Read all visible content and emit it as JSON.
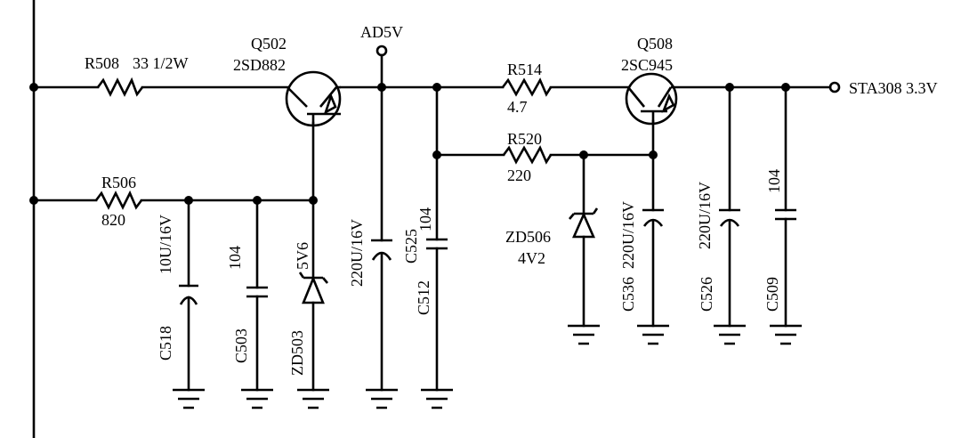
{
  "components": {
    "r508": {
      "ref": "R508",
      "value": "33 1/2W"
    },
    "r506": {
      "ref": "R506",
      "value": "820"
    },
    "r514": {
      "ref": "R514",
      "value": "4.7"
    },
    "r520": {
      "ref": "R520",
      "value": "220"
    },
    "q502": {
      "ref": "Q502",
      "part": "2SD882"
    },
    "q508": {
      "ref": "Q508",
      "part": "2SC945"
    },
    "c518": {
      "ref": "C518",
      "value": "10U/16V"
    },
    "c503": {
      "ref": "C503",
      "value": "104"
    },
    "zd503": {
      "ref": "ZD503",
      "value": "5V6"
    },
    "c525": {
      "ref": "C525",
      "value": "220U/16V"
    },
    "c512": {
      "ref": "C512",
      "value": "104"
    },
    "zd506": {
      "ref": "ZD506",
      "value": "4V2"
    },
    "c536": {
      "ref": "C536",
      "value": "220U/16V"
    },
    "c526": {
      "ref": "C526",
      "value": "220U/16V"
    },
    "c509": {
      "ref": "C509",
      "value": "104"
    }
  },
  "nets": {
    "ad5v": "AD5V",
    "output": "STA308 3.3V"
  }
}
